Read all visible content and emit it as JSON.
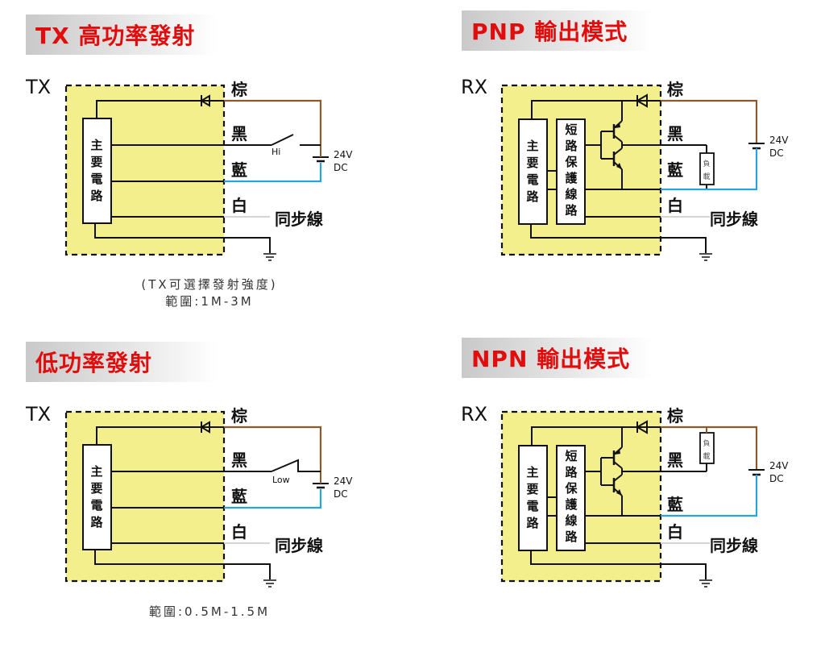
{
  "panels": [
    {
      "id": "tx-high",
      "title": "TX 高功率發射",
      "device_label": "TX",
      "main_circuit_label": [
        "主",
        "要",
        "電",
        "路"
      ],
      "wires": {
        "brown": "棕",
        "black": "黑",
        "blue": "藍",
        "white": "白"
      },
      "sync_label": "同步線",
      "switch_label": "Hi",
      "supply": [
        "24V",
        "DC"
      ],
      "note": [
        "(TX可選擇發射強度)",
        "範圍:1M-3M"
      ]
    },
    {
      "id": "pnp-output",
      "title": "PNP  輸出模式",
      "device_label": "RX",
      "main_circuit_label": [
        "主",
        "要",
        "電",
        "路"
      ],
      "protection_label": [
        "短",
        "路",
        "保",
        "護",
        "線",
        "路"
      ],
      "load_label": [
        "負",
        "載"
      ],
      "wires": {
        "brown": "棕",
        "black": "黑",
        "blue": "藍",
        "white": "白"
      },
      "sync_label": "同步線",
      "supply": [
        "24V",
        "DC"
      ]
    },
    {
      "id": "tx-low",
      "title": "低功率發射",
      "device_label": "TX",
      "main_circuit_label": [
        "主",
        "要",
        "電",
        "路"
      ],
      "wires": {
        "brown": "棕",
        "black": "黑",
        "blue": "藍",
        "white": "白"
      },
      "sync_label": "同步線",
      "switch_label": "Low",
      "supply": [
        "24V",
        "DC"
      ],
      "note": [
        "範圍:0.5M-1.5M"
      ]
    },
    {
      "id": "npn-output",
      "title": "NPN  輸出模式",
      "device_label": "RX",
      "main_circuit_label": [
        "主",
        "要",
        "電",
        "路"
      ],
      "protection_label": [
        "短",
        "路",
        "保",
        "護",
        "線",
        "路"
      ],
      "load_label": [
        "負",
        "載"
      ],
      "wires": {
        "brown": "棕",
        "black": "黑",
        "blue": "藍",
        "white": "白"
      },
      "sync_label": "同步線",
      "supply": [
        "24V",
        "DC"
      ]
    }
  ],
  "colors": {
    "title_text": "#e10d0d",
    "box_fill": "#f3ef8d",
    "brown_wire": "#8b5a2b",
    "blue_wire": "#29a3e0",
    "white_wire": "#d4d4d4",
    "black_wire": "#111111"
  }
}
